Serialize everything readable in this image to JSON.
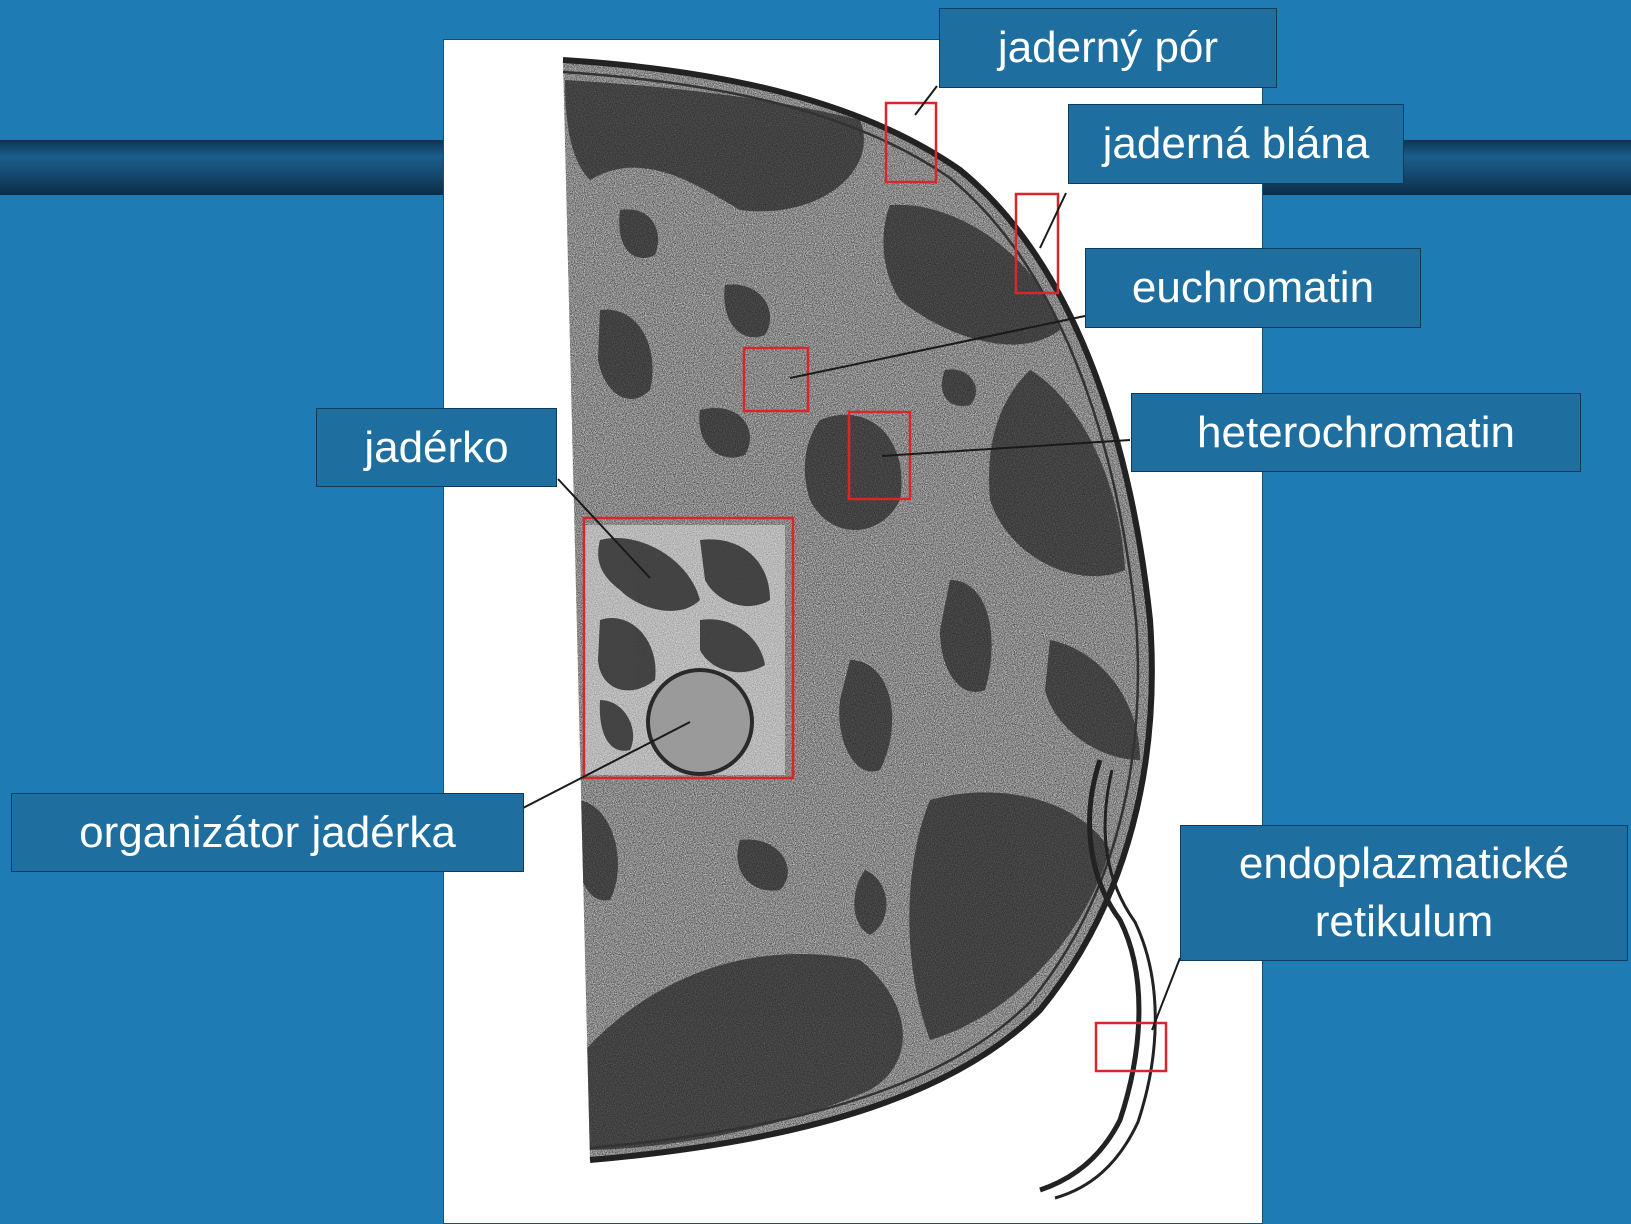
{
  "labels": {
    "jaderny_por": "jaderný pór",
    "jaderna_blana": "jaderná blána",
    "euchromatin": "euchromatin",
    "heterochromatin": "heterochromatin",
    "jaderko": "jadérko",
    "organizator": "organizátor jadérka",
    "er_line1": "endoplazmatické",
    "er_line2": "retikulum"
  },
  "colors": {
    "background": "#1f7bb4",
    "label_fill": "#1e6ea0",
    "highlight_box": "#d9262b",
    "chromatin_dark": "#3f3f3f"
  }
}
